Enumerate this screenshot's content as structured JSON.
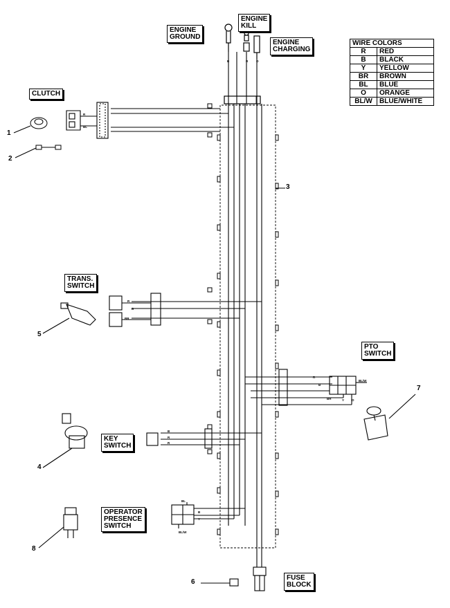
{
  "labels": {
    "engine_ground": [
      "ENGINE",
      "GROUND"
    ],
    "engine_kill": [
      "ENGINE",
      "KILL"
    ],
    "engine_charging": [
      "ENGINE",
      "CHARGING"
    ],
    "clutch": [
      "CLUTCH"
    ],
    "trans_switch": [
      "TRANS.",
      "SWITCH"
    ],
    "pto_switch": [
      "PTO",
      "SWITCH"
    ],
    "key_switch": [
      "KEY",
      "SWITCH"
    ],
    "operator_presence_switch": [
      "OPERATOR",
      "PRESENCE",
      "SWITCH"
    ],
    "fuse_block": [
      "FUSE",
      "BLOCK"
    ]
  },
  "wire_colors": {
    "title": "WIRE COLORS",
    "rows": [
      {
        "code": "R",
        "color": "RED"
      },
      {
        "code": "B",
        "color": "BLACK"
      },
      {
        "code": "Y",
        "color": "YELLOW"
      },
      {
        "code": "BR",
        "color": "BROWN"
      },
      {
        "code": "BL",
        "color": "BLUE"
      },
      {
        "code": "O",
        "color": "ORANGE"
      },
      {
        "code": "BL/W",
        "color": "BLUE/WHITE"
      }
    ]
  },
  "callouts": {
    "n1": "1",
    "n2": "2",
    "n3": "3",
    "n4": "4",
    "n5": "5",
    "n6": "6",
    "n7": "7",
    "n8": "8"
  },
  "wire_labels": {
    "top_b": "B",
    "top_r": "R",
    "top_o": "O",
    "clutch_r": "R",
    "clutch_bl": "BL",
    "trans_r": "R",
    "trans_b": "B",
    "trans_br": "BR",
    "pto_r": "R",
    "pto_b": "B",
    "pto_blw": "BL/W",
    "pto_br": "BR",
    "pto_y": "Y",
    "pto_o": "O",
    "key_b": "B",
    "key_r": "R",
    "key_r2": "R",
    "ops_bl": "BL",
    "ops_b": "B",
    "ops_y": "Y",
    "ops_blw": "BL/W"
  }
}
